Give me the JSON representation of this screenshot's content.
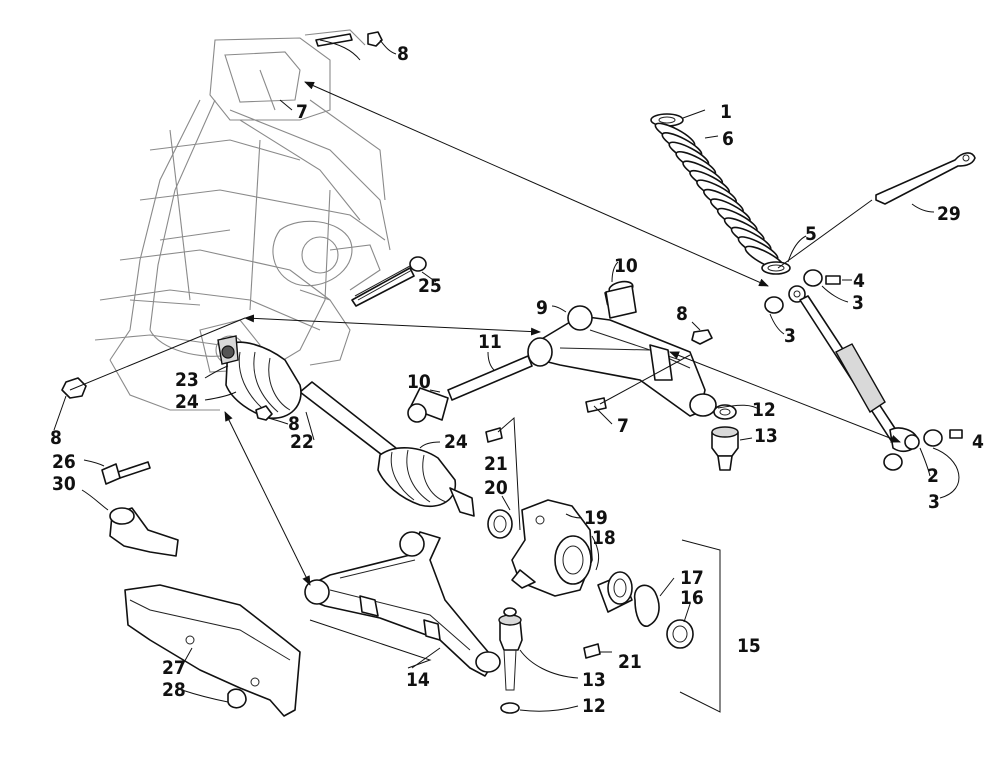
{
  "diagram": {
    "callouts": [
      {
        "id": "c1",
        "label": "1"
      },
      {
        "id": "c6",
        "label": "6"
      },
      {
        "id": "c8a",
        "label": "8"
      },
      {
        "id": "c7a",
        "label": "7"
      },
      {
        "id": "c29",
        "label": "29"
      },
      {
        "id": "c5",
        "label": "5"
      },
      {
        "id": "c4a",
        "label": "4"
      },
      {
        "id": "c3a",
        "label": "3"
      },
      {
        "id": "c3b",
        "label": "3"
      },
      {
        "id": "c10a",
        "label": "10"
      },
      {
        "id": "c25",
        "label": "25"
      },
      {
        "id": "c9",
        "label": "9"
      },
      {
        "id": "c8b",
        "label": "8"
      },
      {
        "id": "c11",
        "label": "11"
      },
      {
        "id": "c10b",
        "label": "10"
      },
      {
        "id": "c23",
        "label": "23"
      },
      {
        "id": "c24a",
        "label": "24"
      },
      {
        "id": "c8c",
        "label": "8"
      },
      {
        "id": "c22",
        "label": "22"
      },
      {
        "id": "c24b",
        "label": "24"
      },
      {
        "id": "c12a",
        "label": "12"
      },
      {
        "id": "c7b",
        "label": "7"
      },
      {
        "id": "c13a",
        "label": "13"
      },
      {
        "id": "c4b",
        "label": "4"
      },
      {
        "id": "c2",
        "label": "2"
      },
      {
        "id": "c3c",
        "label": "3"
      },
      {
        "id": "c8d",
        "label": "8"
      },
      {
        "id": "c26",
        "label": "26"
      },
      {
        "id": "c30",
        "label": "30"
      },
      {
        "id": "c21a",
        "label": "21"
      },
      {
        "id": "c20",
        "label": "20"
      },
      {
        "id": "c19",
        "label": "19"
      },
      {
        "id": "c18",
        "label": "18"
      },
      {
        "id": "c17",
        "label": "17"
      },
      {
        "id": "c16",
        "label": "16"
      },
      {
        "id": "c15",
        "label": "15"
      },
      {
        "id": "c21b",
        "label": "21"
      },
      {
        "id": "c27",
        "label": "27"
      },
      {
        "id": "c28",
        "label": "28"
      },
      {
        "id": "c14",
        "label": "14"
      },
      {
        "id": "c13b",
        "label": "13"
      },
      {
        "id": "c12b",
        "label": "12"
      }
    ]
  }
}
